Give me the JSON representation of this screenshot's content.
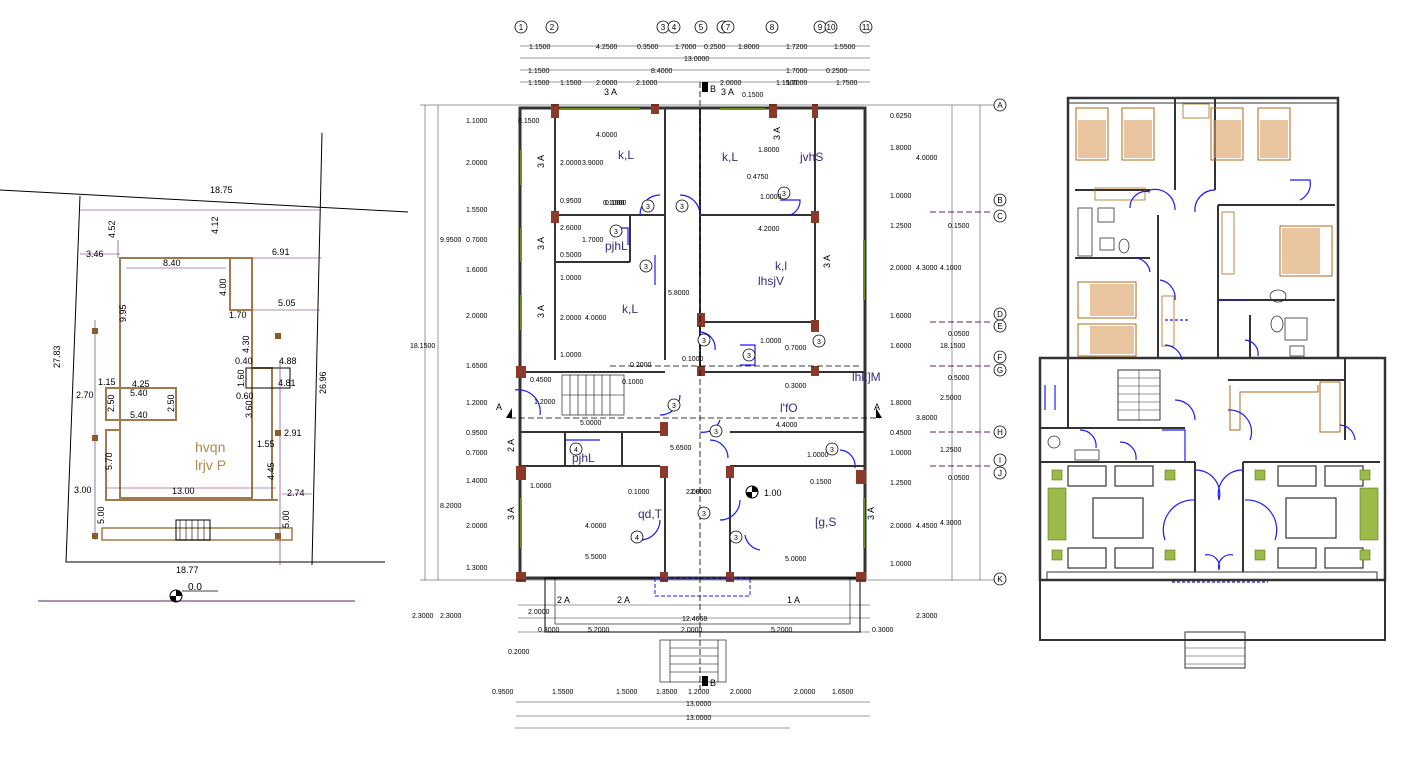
{
  "site_plan": {
    "dims": [
      "18.75",
      "4.52",
      "4.12",
      "3.46",
      "6.91",
      "8.40",
      "4.00",
      "9.95",
      "5.05",
      "1.70",
      "27.83",
      "4.30",
      "4.88",
      "0.40",
      "26.96",
      "1.60",
      "4.81",
      "1.15",
      "4.25",
      "5.40",
      "0.60",
      "2.70",
      "2.50",
      "2.50",
      "3.60",
      "5.40",
      "2.91",
      "1.55",
      "5.70",
      "4.45",
      "3.00",
      "13.00",
      "2.74",
      "5.00",
      "5.00",
      "18.77"
    ],
    "label_line1": "hvqn",
    "label_line2": "lrjv P",
    "level": "0.0"
  },
  "main_plan": {
    "grid_top": [
      "1",
      "2",
      "3",
      "4",
      "5",
      "6",
      "7",
      "8",
      "9",
      "10",
      "11"
    ],
    "grid_right": [
      "A",
      "B",
      "C",
      "D",
      "E",
      "F",
      "G",
      "H",
      "I",
      "J",
      "K"
    ],
    "section_marks": [
      "B",
      "B",
      "A",
      "A"
    ],
    "level": "1.00",
    "rooms": [
      "k,L",
      "k,L",
      "jvhS",
      "k,L",
      "k,l",
      "lhsjV",
      "pjhL",
      "l'fO",
      "pjhL",
      "qd,T",
      "[g,S",
      "lhk]M"
    ],
    "tags": [
      "3 A",
      "3 A",
      "3 A",
      "3 A",
      "3 A",
      "3 A",
      "2 A",
      "2 A",
      "1 A",
      "3 A",
      "3 A",
      "3 A",
      "2 A"
    ],
    "door_tags": [
      "3",
      "3",
      "3",
      "3",
      "3",
      "3",
      "3",
      "3",
      "3",
      "3",
      "3",
      "3",
      "4",
      "4",
      "3"
    ],
    "top_dims": [
      "1.1500",
      "4.2500",
      "0.3500",
      "1.7000",
      "0.2500",
      "1.8000",
      "1.7200",
      "1.5500",
      "13.0000",
      "1.1500",
      "8.4000",
      "1.7000",
      "0.2500",
      "1.1500",
      "1.1500",
      "2.0000",
      "2.1000",
      "2.0000",
      "1.1500",
      "1.7000",
      "1.7500",
      "0.1500"
    ],
    "bottom_dims": [
      "0.9500",
      "1.5500",
      "1.5000",
      "1.3500",
      "1.2000",
      "2.0000",
      "2.0000",
      "1.6500",
      "13.0000",
      "13.0000",
      "0.3000",
      "5.2000",
      "2.0000",
      "5.2000",
      "0.3000",
      "2.0000",
      "0.2000",
      "12.4668"
    ],
    "left_dims": [
      "1.1000",
      "2.0000",
      "1.5500",
      "0.7000",
      "9.9500",
      "1.6000",
      "2.0000",
      "1.6500",
      "18.1500",
      "1.2000",
      "0.9500",
      "0.7000",
      "1.4000",
      "8.2000",
      "2.0000",
      "1.3000",
      "2.3000",
      "2.3000"
    ],
    "right_dims": [
      "0.6250",
      "1.8000",
      "4.0000",
      "1.0000",
      "0.1500",
      "1.2500",
      "4.1000",
      "2.0000",
      "4.3000",
      "1.6000",
      "0.0500",
      "1.6000",
      "18.1500",
      "0.5000",
      "2.5000",
      "1.8000",
      "3.8000",
      "0.4500",
      "1.2500",
      "1.0000",
      "0.0500",
      "1.2500",
      "4.3000",
      "2.0000",
      "4.4500",
      "1.0000",
      "2.3000"
    ],
    "inner_dims": [
      "0.1500",
      "4.0000",
      "2.0000",
      "3.9000",
      "0.9500",
      "0.1000",
      "2.6000",
      "1.7000",
      "0.5000",
      "1.0000",
      "2.0000",
      "4.0000",
      "1.0000",
      "0.2000",
      "0.4500",
      "1.2000",
      "5.0000",
      "0.1000",
      "5.6500",
      "4.4000",
      "0.1000",
      "2.0000",
      "1.0000",
      "4.0000",
      "2.8000",
      "5.5000",
      "0.1000",
      "5.0000",
      "4.2000",
      "5.8000",
      "1.8000",
      "0.4750",
      "1.0000",
      "0.1000",
      "1.0000",
      "0.3000",
      "0.7000",
      "1.0000",
      "0.1500"
    ]
  },
  "furniture_plan": {
    "items": [
      "bed",
      "bed",
      "bed",
      "bed",
      "bed",
      "wardrobe",
      "wardrobe",
      "wardrobe",
      "wc",
      "basin",
      "sofa",
      "sofa",
      "sofa",
      "stairs",
      "entrance-steps"
    ]
  },
  "colors": {
    "line": "#000000",
    "wall": "#333333",
    "site_wall": "#a07a4a",
    "dim_purple": "#6a1b6a",
    "room_text": "#3a2a7a",
    "door": "#1a1aff",
    "furniture": "#b06a1a",
    "green": "#7a9a2a",
    "column": "#8b3a2a"
  }
}
